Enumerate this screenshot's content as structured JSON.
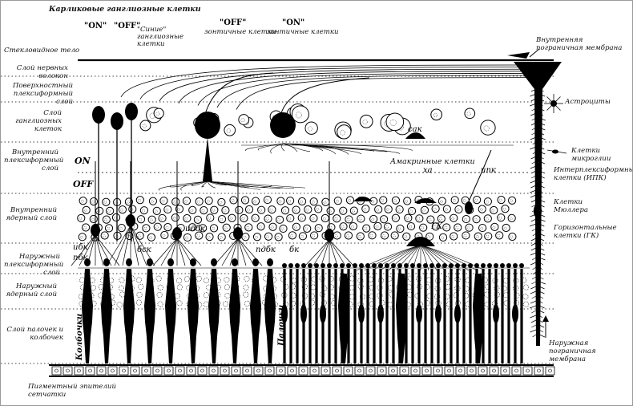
{
  "title": "Карликовые ганглиозные клетки",
  "top_labels": {
    "on_dwarf": "\"ON\"",
    "off_dwarf": "\"OFF\"",
    "blue_ganglion": "\"Синие\" ганглиозные клетки",
    "off_umbrella_q": "\"OFF\"",
    "off_umbrella": "зонтичные клетки",
    "on_umbrella_q": "\"ON\"",
    "on_umbrella": "зонтичные клетки"
  },
  "left_layers": {
    "vitreous": "Стекловидное тело",
    "nerve_fiber": "Слой нервных волокон",
    "superficial_plexiform": "Поверхностный плексиформный слой",
    "ganglion_layer": "Слой ганглиозных клеток",
    "inner_plexiform": "Внутренний плексиформный слой",
    "on": "ON",
    "off": "OFF",
    "inner_nuclear": "Внутренний ядерный слой",
    "outer_plexiform": "Наружный плексиформный слой",
    "outer_nuclear": "Наружный ядерный слой",
    "rods_cones": "Слой палочек и колбочек",
    "pigment_epithelium": "Пигментный эпителий сетчатки"
  },
  "right_labels": {
    "inner_membrane": "Внутренняя пограничная мембрана",
    "astrocytes": "Астроциты",
    "microglia": "Клетки микроглии",
    "interplexiform": "Интерплексиформные клетки (ИПК)",
    "muller": "Клетки Мюллера",
    "horizontal": "Горизонтальные клетки (ГК)",
    "outer_membrane": "Наружная пограничная мембрана"
  },
  "cell_marks": {
    "sak": "сак",
    "amacrine": "Амакринные клетки",
    "ha": "ха",
    "ipk": "ипк",
    "idbk": "идбк",
    "ibk": "ибк",
    "pbk": "пбк",
    "bsk": "бск",
    "gk": "ГК",
    "pdbk": "пдбк",
    "bk": "бк",
    "cones": "Колбочки",
    "rods": "Палочки"
  }
}
